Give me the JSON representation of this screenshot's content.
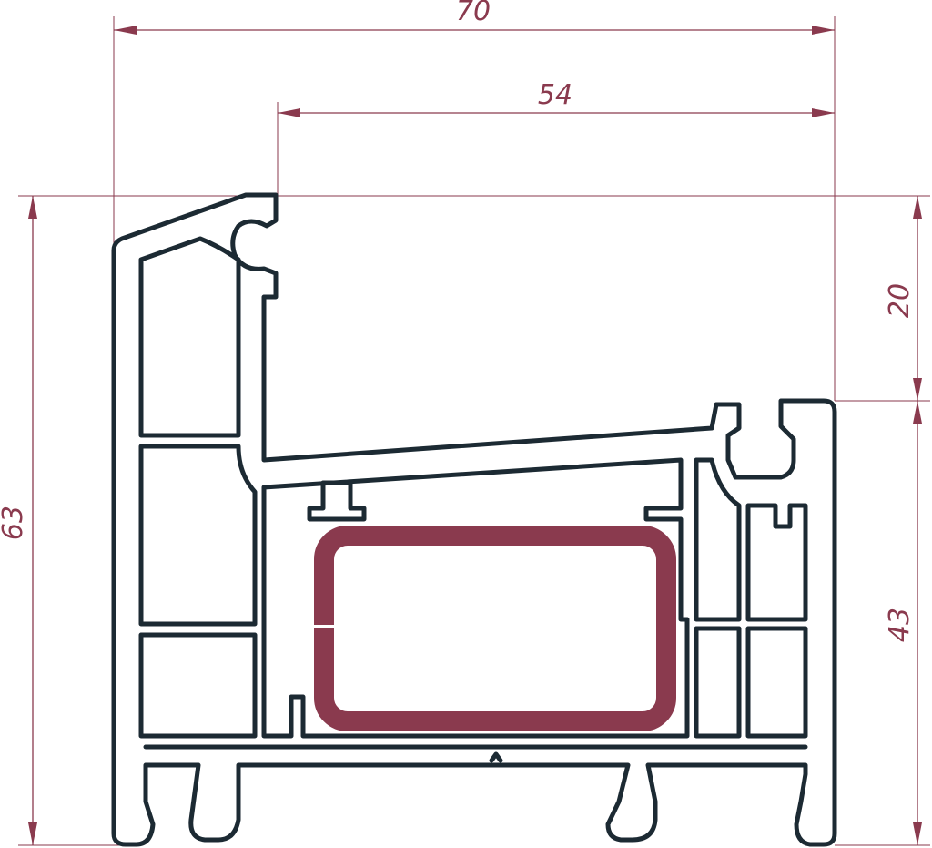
{
  "dimensions": {
    "overall_width": "70",
    "sash_width": "54",
    "overall_height": "63",
    "upper_height": "20",
    "lower_height": "43"
  },
  "colors": {
    "dimension": "#8a3a4e",
    "profile_outline": "#1c2a33",
    "reinforcement": "#8a3a4e",
    "background": "#ffffff"
  }
}
